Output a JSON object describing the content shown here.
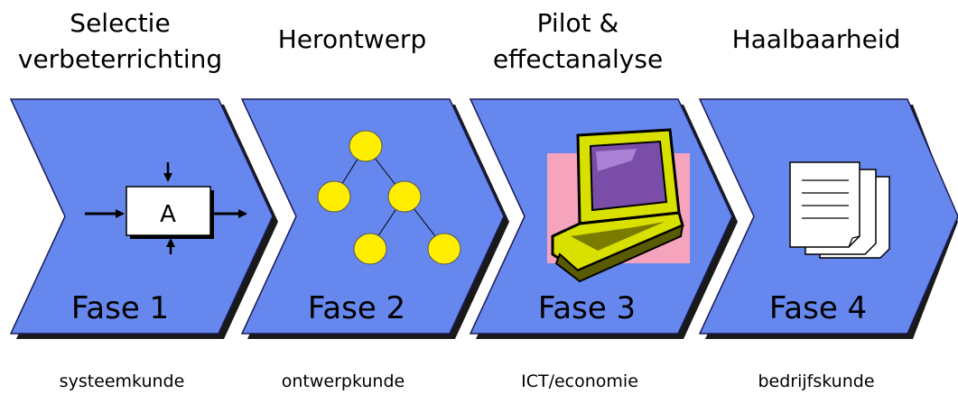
{
  "phases": [
    {
      "title_lines": [
        "Selectie",
        "verbeterrichting"
      ],
      "fase": "Fase 1",
      "discipline": "systeemkunde",
      "icon": "process-box-icon",
      "box_label": "A"
    },
    {
      "title_lines": [
        "Herontwerp"
      ],
      "fase": "Fase 2",
      "discipline": "ontwerpkunde",
      "icon": "tree-icon"
    },
    {
      "title_lines": [
        "Pilot &",
        "effectanalyse"
      ],
      "fase": "Fase 3",
      "discipline": "ICT/economie",
      "icon": "laptop-icon"
    },
    {
      "title_lines": [
        "Haalbaarheid"
      ],
      "fase": "Fase 4",
      "discipline": "bedrijfskunde",
      "icon": "documents-icon"
    }
  ],
  "colors": {
    "chevron_fill": "#6688ee",
    "chevron_stroke": "#1a1a55",
    "node_fill": "#ffee00",
    "pink_bg": "#f6a3bd",
    "laptop_body": "#d8e000"
  }
}
